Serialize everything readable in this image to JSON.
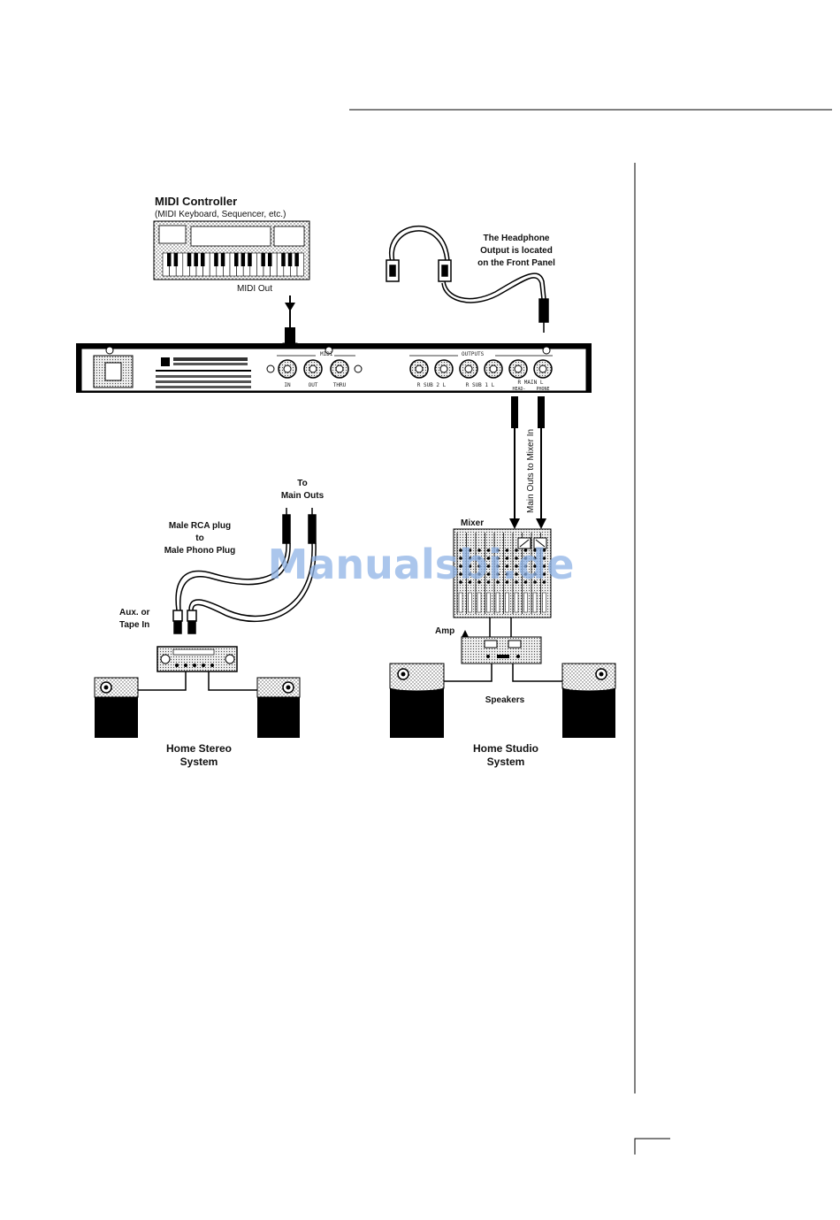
{
  "controller": {
    "title": "MIDI Controller",
    "subtitle": "(MIDI Keyboard, Sequencer, etc.)",
    "midi_out": "MIDI Out"
  },
  "headphone_note": [
    "The Headphone",
    "Output is located",
    "on the Front Panel"
  ],
  "rear_panel": {
    "midi_header": "MIDI",
    "midi_in": "IN",
    "midi_out": "OUT",
    "midi_thru": "THRU",
    "outputs_header": "OUTPUTS",
    "sub2": "R  SUB 2  L",
    "sub1": "R  SUB 1  L",
    "main": "R  MAIN  L",
    "headphone": "HEAD-",
    "phone": "PHONE"
  },
  "labels": {
    "to_main_outs": [
      "To",
      "Main Outs"
    ],
    "rca_plug": [
      "Male RCA plug",
      "to",
      "Male Phono Plug"
    ],
    "aux_in": [
      "Aux. or",
      "Tape In"
    ],
    "main_outs_mixer": "Main Outs to Mixer In",
    "mixer": "Mixer",
    "amp": "Amp",
    "speakers": "Speakers",
    "home_stereo": [
      "Home Stereo",
      "System"
    ],
    "home_studio": [
      "Home Studio",
      "System"
    ]
  },
  "watermark": "Manualsbi.de"
}
